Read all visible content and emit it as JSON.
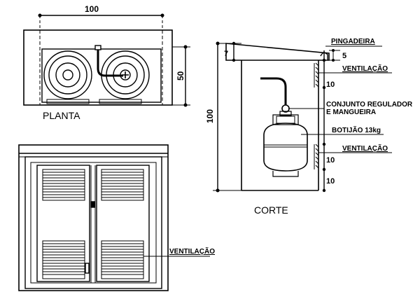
{
  "plan": {
    "title": "PLANTA",
    "dim_width": "100",
    "dim_depth": "50"
  },
  "section": {
    "title": "CORTE",
    "dim_height": "100",
    "dim_top": "7",
    "dim_drip": "5",
    "dim_vent_top": "10",
    "dim_vent_bottom": "10",
    "dim_base": "10",
    "label_drip_edge": "PINGADEIRA",
    "label_vent_top": "VENTILAÇÃO",
    "label_regulator_line1": "CONJUNTO REGULADOR",
    "label_regulator_line2": "E MANGUEIRA",
    "label_cylinder": "BOTIJÃO 13kg",
    "label_vent_bottom": "VENTILAÇÃO"
  },
  "elevation": {
    "label_vent": "VENTILAÇÃO"
  }
}
